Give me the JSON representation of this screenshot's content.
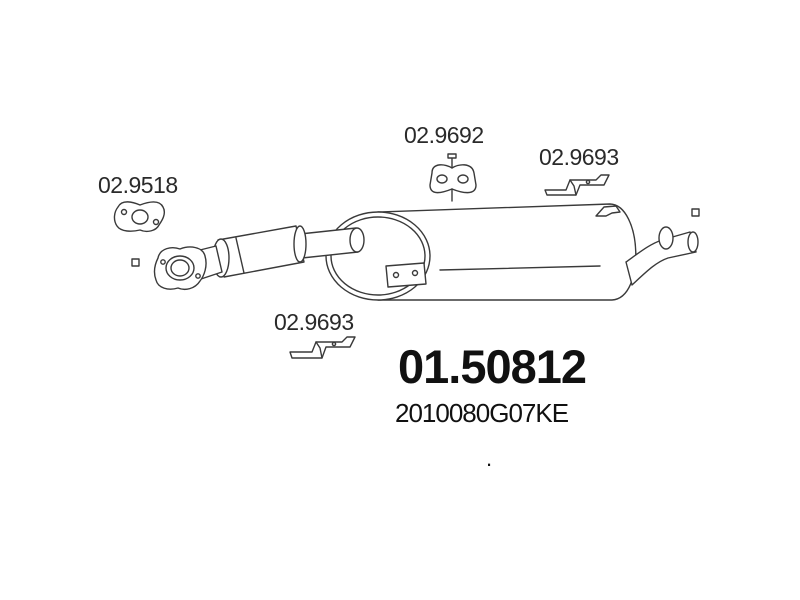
{
  "labels": {
    "gasket": "02.9518",
    "hanger": "02.9692",
    "bracket_top": "02.9693",
    "bracket_bottom": "02.9693"
  },
  "main_part_number": "01.50812",
  "oem_number": "2010080G07KE",
  "dot_mark": "."
}
